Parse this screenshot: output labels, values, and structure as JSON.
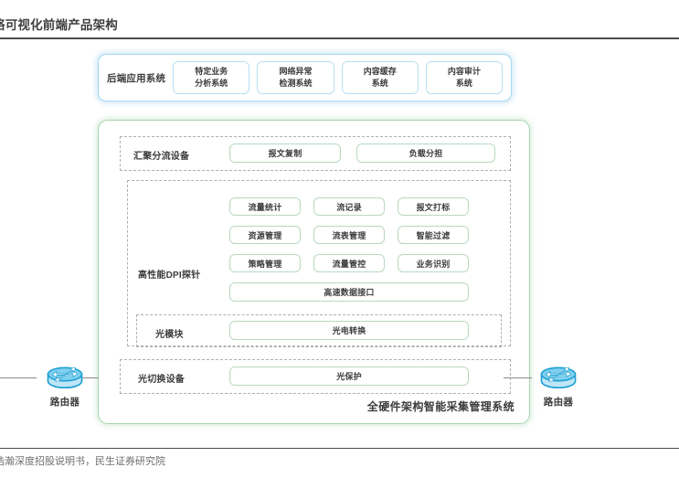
{
  "figure": {
    "title": "络可视化前端产品架构",
    "source": "浩瀚深度招股说明书，民生证券研究院"
  },
  "colors": {
    "blue_border": "#a7d8f0",
    "blue_chip_border": "#b9dff3",
    "green_border": "#a8d4b0",
    "green_pill_border": "#b8d9bf",
    "dashed_gray": "#b0b0b0",
    "text": "#3c3c3c",
    "router_cyan": "#29abe2",
    "connector": "#8a8a8a"
  },
  "backend": {
    "label": "后端应用系统",
    "systems": [
      {
        "line1": "特定业务",
        "line2": "分析系统"
      },
      {
        "line1": "网络异常",
        "line2": "检测系统"
      },
      {
        "line1": "内容缓存",
        "line2": "系统"
      },
      {
        "line1": "内容审计",
        "line2": "系统"
      }
    ]
  },
  "hardware_system": {
    "caption": "全硬件架构智能采集管理系统",
    "aggregation": {
      "label": "汇聚分流设备",
      "functions": [
        "报文复制",
        "负载分担"
      ]
    },
    "dpi_probe": {
      "label": "高性能DPI探针",
      "grid": [
        [
          "流量统计",
          "流记录",
          "报文打标"
        ],
        [
          "资源管理",
          "流表管理",
          "智能过滤"
        ],
        [
          "策略管理",
          "流量管控",
          "业务识别"
        ]
      ],
      "interface": "高速数据接口"
    },
    "optical_module": {
      "label": "光模块",
      "function": "光电转换"
    },
    "optical_switch": {
      "label": "光切换设备",
      "function": "光保护"
    }
  },
  "routers": {
    "icon": "router-icon",
    "left_label": "路由器",
    "right_label": "路由器"
  }
}
